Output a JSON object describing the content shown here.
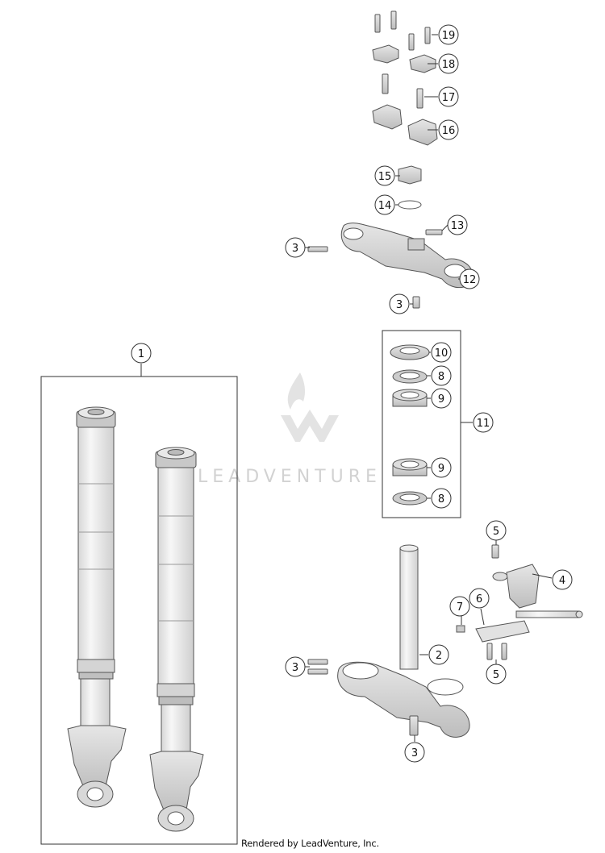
{
  "callouts": [
    "1",
    "2",
    "3",
    "3",
    "3",
    "3",
    "4",
    "5",
    "5",
    "6",
    "7",
    "8",
    "8",
    "9",
    "9",
    "10",
    "11",
    "12",
    "13",
    "14",
    "15",
    "16",
    "17",
    "18",
    "19"
  ],
  "watermark": {
    "text": "LEADVENTURE"
  },
  "footer": {
    "text": "Rendered by LeadVenture, Inc."
  }
}
